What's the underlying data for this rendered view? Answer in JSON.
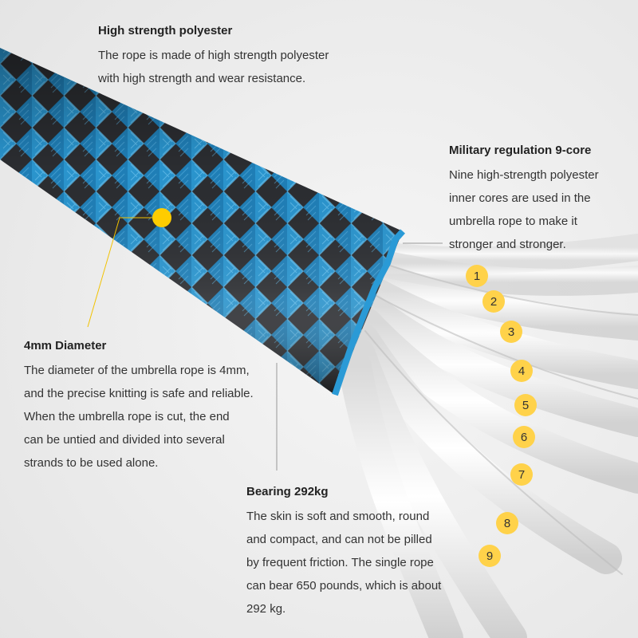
{
  "sections": {
    "polyester": {
      "heading": "High strength polyester",
      "lines": [
        "The rope is made of high strength polyester",
        "with high strength and wear resistance."
      ]
    },
    "core": {
      "heading": "Military regulation 9-core",
      "lines": [
        "Nine high-strength polyester",
        "inner cores are used in the",
        "umbrella rope to make it",
        "stronger and stronger."
      ]
    },
    "diameter": {
      "heading": "4mm Diameter",
      "lines": [
        "The diameter of the umbrella rope is 4mm,",
        "and the precise knitting is safe and reliable.",
        "When the umbrella rope is cut, the end",
        "can be untied and divided into several",
        "strands to be used alone."
      ]
    },
    "bearing": {
      "heading": "Bearing 292kg",
      "lines": [
        "The skin is soft and smooth, round",
        "and compact, and can not be pilled",
        "by frequent friction. The single rope",
        "can bear 650 pounds, which is about",
        "292 kg."
      ]
    }
  },
  "core_labels": [
    "1",
    "2",
    "3",
    "4",
    "5",
    "6",
    "7",
    "8",
    "9"
  ],
  "colors": {
    "rope_blue": "#2a9ad6",
    "rope_black": "#2b2d31",
    "core_white": "#f4f4f4",
    "badge": "#ffd24a",
    "callout": "#f2c200"
  }
}
